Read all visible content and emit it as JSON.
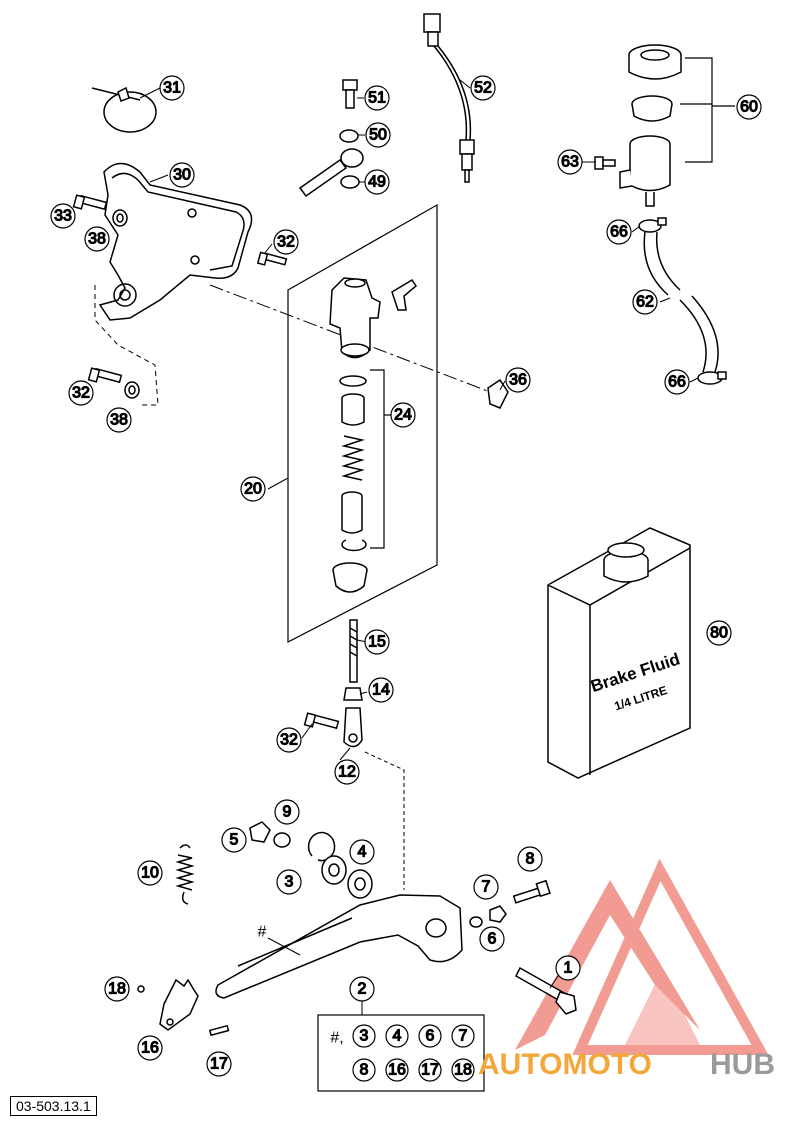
{
  "drawing_code": "03-503.13.1",
  "callouts": {
    "c1": "1",
    "c2": "2",
    "c3": "3",
    "c4": "4",
    "c5": "5",
    "c6": "6",
    "c7": "7",
    "c8": "8",
    "c9": "9",
    "c10": "10",
    "c12": "12",
    "c14": "14",
    "c15": "15",
    "c16": "16",
    "c17": "17",
    "c18": "18",
    "c20": "20",
    "c24": "24",
    "c30": "30",
    "c31": "31",
    "c32a": "32",
    "c32b": "32",
    "c32c": "32",
    "c33": "33",
    "c36": "36",
    "c38a": "38",
    "c38b": "38",
    "c49": "49",
    "c50": "50",
    "c51": "51",
    "c52": "52",
    "c60": "60",
    "c62": "62",
    "c63": "63",
    "c66a": "66",
    "c66b": "66",
    "c80": "80"
  },
  "kit": {
    "hash_label": "#,",
    "hash_mark": "#",
    "items": [
      "3",
      "4",
      "6",
      "7",
      "8",
      "16",
      "17",
      "18"
    ]
  },
  "bottle": {
    "line1": "Brake Fluid",
    "line2": "1/4 LITRE"
  },
  "watermark": {
    "part1": "AUTOMOTO",
    "part2": "HUB",
    "color1": "#f3a63a",
    "color2": "#9a9a9a",
    "triangle_color": "#e64b3c"
  }
}
